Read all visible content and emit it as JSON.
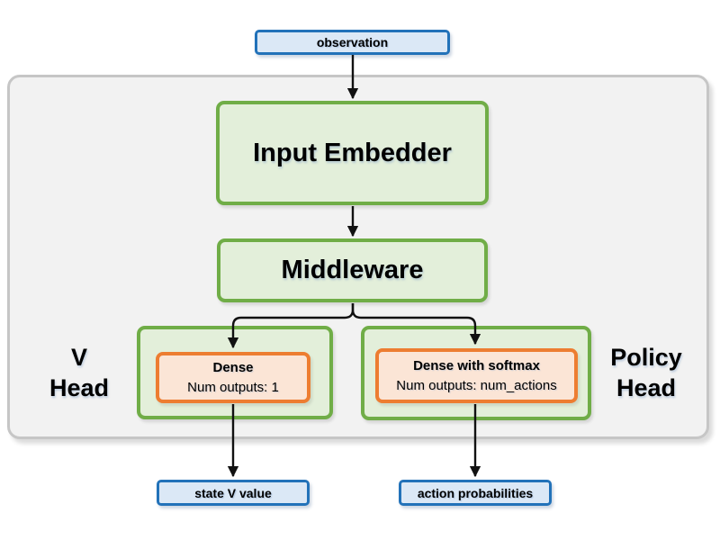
{
  "diagram": {
    "title_note": "actor-critic network block diagram",
    "nodes": {
      "observation": {
        "label": "observation"
      },
      "input_embedder": {
        "label": "Input Embedder"
      },
      "middleware": {
        "label": "Middleware"
      },
      "v_head_label": {
        "line1": "V",
        "line2": "Head"
      },
      "policy_head_label": {
        "line1": "Policy",
        "line2": "Head"
      },
      "dense": {
        "title": "Dense",
        "subtitle": "Num outputs: 1"
      },
      "dense_softmax": {
        "title": "Dense with softmax",
        "subtitle": "Num outputs: num_actions"
      },
      "state_v_value": {
        "label": "state V value"
      },
      "action_probabilities": {
        "label": "action probabilities"
      }
    },
    "colors": {
      "io_fill": "#dbe8f6",
      "io_border": "#2272b9",
      "block_fill": "#e3efda",
      "block_border": "#70ad47",
      "layer_fill": "#fbe5d6",
      "layer_border": "#ed7d31",
      "container_fill": "#f2f2f2",
      "container_border": "#c6c6c6",
      "arrow": "#111111",
      "text": "#000000"
    }
  }
}
